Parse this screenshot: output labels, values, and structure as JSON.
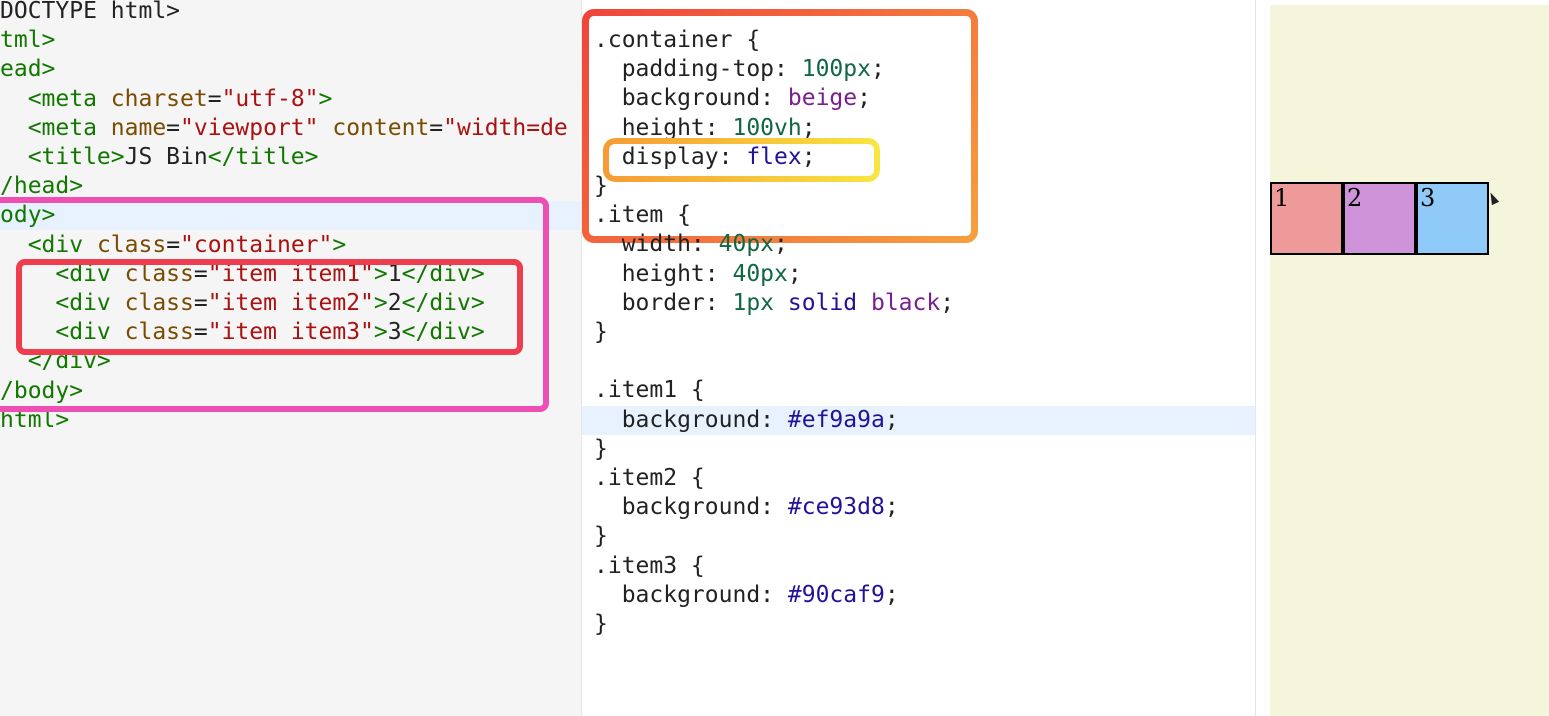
{
  "html_editor": {
    "lines": [
      [
        {
          "text": "DOCTYPE html>",
          "color": "#222222"
        }
      ],
      [
        {
          "text": "tml>",
          "color": "#117700"
        }
      ],
      [
        {
          "text": "ead>",
          "color": "#117700"
        }
      ],
      [
        {
          "text": "  <meta ",
          "color": "#117700"
        },
        {
          "text": "charset",
          "color": "#7a4b00"
        },
        {
          "text": "=",
          "color": "#222222"
        },
        {
          "text": "\"utf-8\"",
          "color": "#aa1111"
        },
        {
          "text": ">",
          "color": "#117700"
        }
      ],
      [
        {
          "text": "  <meta ",
          "color": "#117700"
        },
        {
          "text": "name",
          "color": "#7a4b00"
        },
        {
          "text": "=",
          "color": "#222222"
        },
        {
          "text": "\"viewport\"",
          "color": "#aa1111"
        },
        {
          "text": " content",
          "color": "#7a4b00"
        },
        {
          "text": "=",
          "color": "#222222"
        },
        {
          "text": "\"width=de",
          "color": "#aa1111"
        }
      ],
      [
        {
          "text": "  <title>",
          "color": "#117700"
        },
        {
          "text": "JS Bin",
          "color": "#222222"
        },
        {
          "text": "</title>",
          "color": "#117700"
        }
      ],
      [
        {
          "text": "/head>",
          "color": "#117700"
        }
      ],
      [
        {
          "text": "ody>",
          "color": "#117700"
        }
      ],
      [
        {
          "text": "  <div ",
          "color": "#117700"
        },
        {
          "text": "class",
          "color": "#7a4b00"
        },
        {
          "text": "=",
          "color": "#222222"
        },
        {
          "text": "\"container\"",
          "color": "#aa1111"
        },
        {
          "text": ">",
          "color": "#117700"
        }
      ],
      [
        {
          "text": "    <div ",
          "color": "#117700"
        },
        {
          "text": "class",
          "color": "#7a4b00"
        },
        {
          "text": "=",
          "color": "#222222"
        },
        {
          "text": "\"item item1\"",
          "color": "#aa1111"
        },
        {
          "text": ">",
          "color": "#117700"
        },
        {
          "text": "1",
          "color": "#222222"
        },
        {
          "text": "</div>",
          "color": "#117700"
        }
      ],
      [
        {
          "text": "    <div ",
          "color": "#117700"
        },
        {
          "text": "class",
          "color": "#7a4b00"
        },
        {
          "text": "=",
          "color": "#222222"
        },
        {
          "text": "\"item item2\"",
          "color": "#aa1111"
        },
        {
          "text": ">",
          "color": "#117700"
        },
        {
          "text": "2",
          "color": "#222222"
        },
        {
          "text": "</div>",
          "color": "#117700"
        }
      ],
      [
        {
          "text": "    <div ",
          "color": "#117700"
        },
        {
          "text": "class",
          "color": "#7a4b00"
        },
        {
          "text": "=",
          "color": "#222222"
        },
        {
          "text": "\"item item3\"",
          "color": "#aa1111"
        },
        {
          "text": ">",
          "color": "#117700"
        },
        {
          "text": "3",
          "color": "#222222"
        },
        {
          "text": "</div>",
          "color": "#117700"
        }
      ],
      [
        {
          "text": "  </div>",
          "color": "#117700"
        }
      ],
      [
        {
          "text": "/body>",
          "color": "#117700"
        }
      ],
      [
        {
          "text": "html>",
          "color": "#117700"
        }
      ]
    ],
    "active_line": 7
  },
  "css_editor": {
    "lines": [
      [
        {
          "text": ".container {",
          "color": "#222222"
        }
      ],
      [
        {
          "text": "  padding-top: ",
          "color": "#222222"
        },
        {
          "text": "100px",
          "color": "#116644"
        },
        {
          "text": ";",
          "color": "#222222"
        }
      ],
      [
        {
          "text": "  background: ",
          "color": "#222222"
        },
        {
          "text": "beige",
          "color": "#7a1f8f"
        },
        {
          "text": ";",
          "color": "#222222"
        }
      ],
      [
        {
          "text": "  height: ",
          "color": "#222222"
        },
        {
          "text": "100vh",
          "color": "#116644"
        },
        {
          "text": ";",
          "color": "#222222"
        }
      ],
      [
        {
          "text": "  display: ",
          "color": "#222222"
        },
        {
          "text": "flex",
          "color": "#221199"
        },
        {
          "text": ";",
          "color": "#222222"
        }
      ],
      [
        {
          "text": "}",
          "color": "#222222"
        }
      ],
      [
        {
          "text": ".item {",
          "color": "#222222"
        }
      ],
      [
        {
          "text": "  width: ",
          "color": "#222222"
        },
        {
          "text": "40px",
          "color": "#116644"
        },
        {
          "text": ";",
          "color": "#222222"
        }
      ],
      [
        {
          "text": "  height: ",
          "color": "#222222"
        },
        {
          "text": "40px",
          "color": "#116644"
        },
        {
          "text": ";",
          "color": "#222222"
        }
      ],
      [
        {
          "text": "  border: ",
          "color": "#222222"
        },
        {
          "text": "1px",
          "color": "#116644"
        },
        {
          "text": " solid",
          "color": "#221199"
        },
        {
          "text": " black",
          "color": "#7a1f8f"
        },
        {
          "text": ";",
          "color": "#222222"
        }
      ],
      [
        {
          "text": "}",
          "color": "#222222"
        }
      ],
      [
        {
          "text": "",
          "color": "#222222"
        }
      ],
      [
        {
          "text": ".item1 {",
          "color": "#222222"
        }
      ],
      [
        {
          "text": "  background: ",
          "color": "#222222"
        },
        {
          "text": "#ef9a9a",
          "color": "#221199"
        },
        {
          "text": ";",
          "color": "#222222"
        }
      ],
      [
        {
          "text": "}",
          "color": "#222222"
        }
      ],
      [
        {
          "text": ".item2 {",
          "color": "#222222"
        }
      ],
      [
        {
          "text": "  background: ",
          "color": "#222222"
        },
        {
          "text": "#ce93d8",
          "color": "#221199"
        },
        {
          "text": ";",
          "color": "#222222"
        }
      ],
      [
        {
          "text": "}",
          "color": "#222222"
        }
      ],
      [
        {
          "text": ".item3 {",
          "color": "#222222"
        }
      ],
      [
        {
          "text": "  background: ",
          "color": "#222222"
        },
        {
          "text": "#90caf9",
          "color": "#221199"
        },
        {
          "text": ";",
          "color": "#222222"
        }
      ],
      [
        {
          "text": "}",
          "color": "#222222"
        }
      ]
    ],
    "active_line": 13
  },
  "output": {
    "background": "#f5f5dc",
    "items": [
      {
        "label": "1",
        "color": "#ef9a9a"
      },
      {
        "label": "2",
        "color": "#ce93d8"
      },
      {
        "label": "3",
        "color": "#90caf9"
      }
    ]
  }
}
